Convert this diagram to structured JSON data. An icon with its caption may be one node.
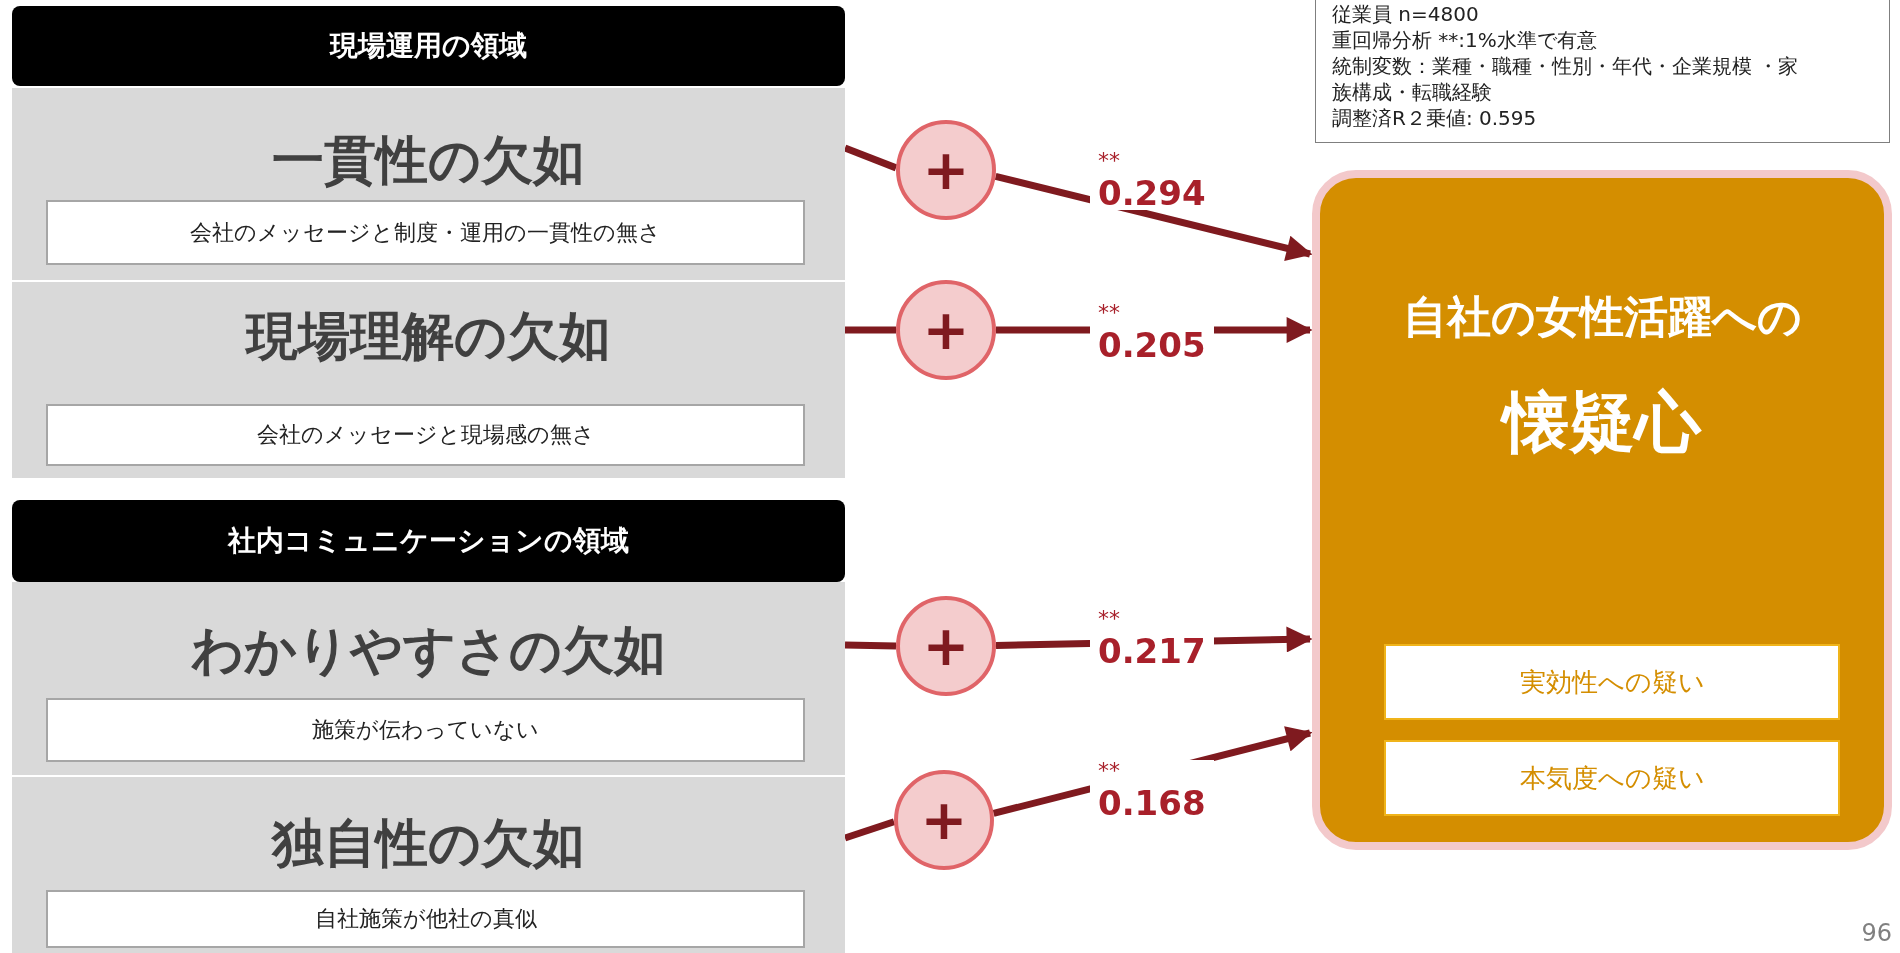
{
  "diagram": {
    "nodes": [
      {
        "text": [
          "現場運用の領域"
        ]
      },
      {
        "text": [
          "一貫性の欠如"
        ]
      },
      {
        "text": [
          "会社のメッセージと制度・運用の一貫性の無さ"
        ],
        "in": 1
      },
      {
        "text": [
          "現場理解の欠如"
        ]
      },
      {
        "text": [
          "会社のメッセージと現場感の無さ"
        ],
        "in": 3
      },
      {
        "text": [
          "社内コミュニケーションの領域"
        ]
      },
      {
        "text": [
          "わかりやすさの欠如"
        ]
      },
      {
        "text": [
          "施策が伝わっていない"
        ],
        "in": 6
      },
      {
        "text": [
          "独自性の欠如"
        ]
      },
      {
        "text": [
          "自社施策が他社の真似"
        ],
        "in": 8
      },
      {
        "text": [
          "+"
        ]
      },
      {
        "text": [
          "+"
        ]
      },
      {
        "text": [
          "+"
        ]
      },
      {
        "text": [
          "+"
        ]
      },
      {
        "text": [
          "自社の女性活躍への",
          "懐疑心"
        ]
      },
      {
        "text": [
          "実効性への疑い"
        ],
        "in": 14
      },
      {
        "text": [
          "本気度への疑い"
        ],
        "in": 14
      },
      {
        "text": [
          "従業員 n=4800",
          "重回帰分析 **:1%水準で有意",
          "統制変数：業種・職種・性別・年代・企業規模 ・家族構成・転職経験",
          "調整済R２乗値: 0.595"
        ]
      }
    ],
    "edges": [
      {
        "from": 1,
        "to": 10,
        "arrow": "none"
      },
      {
        "from": 10,
        "to": 14,
        "arrow": "to",
        "label": "** 0.294"
      },
      {
        "from": 3,
        "to": 11,
        "arrow": "none"
      },
      {
        "from": 11,
        "to": 14,
        "arrow": "to",
        "label": "** 0.205"
      },
      {
        "from": 6,
        "to": 12,
        "arrow": "none"
      },
      {
        "from": 12,
        "to": 14,
        "arrow": "to",
        "label": "** 0.217"
      },
      {
        "from": 8,
        "to": 13,
        "arrow": "none"
      },
      {
        "from": 13,
        "to": 14,
        "arrow": "to",
        "label": "** 0.168"
      }
    ],
    "labels": [
      "96"
    ]
  }
}
